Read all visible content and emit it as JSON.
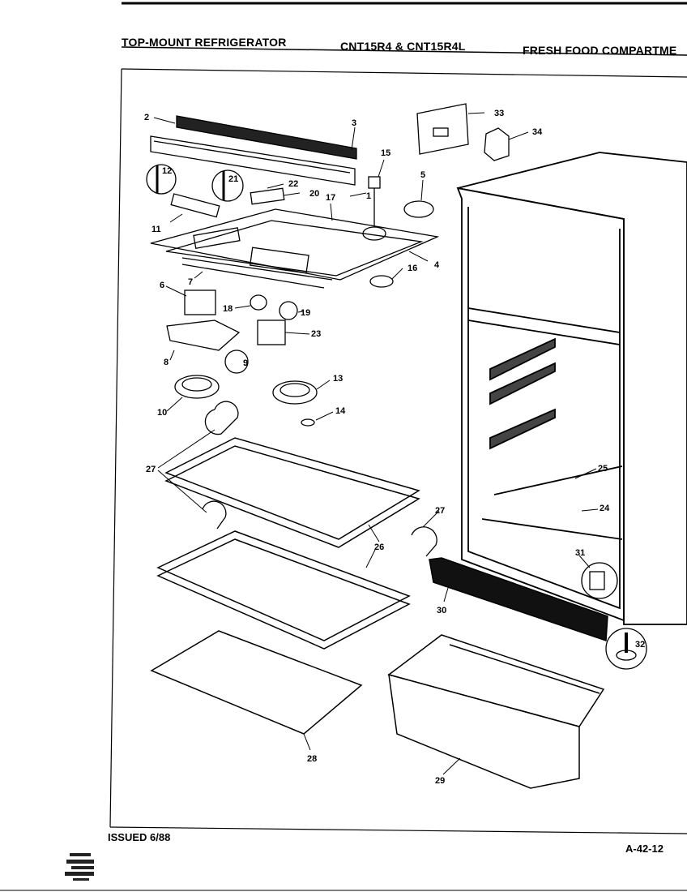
{
  "header": {
    "title": "TOP-MOUNT REFRIGERATOR",
    "model": "CNT15R4 & CNT15R4L",
    "section": "FRESH FOOD COMPARTME"
  },
  "footer": {
    "issued": "ISSUED 6/88",
    "page_code": "A-42-12"
  },
  "callouts": [
    "2",
    "3",
    "33",
    "34",
    "12",
    "21",
    "22",
    "20",
    "1",
    "15",
    "5",
    "17",
    "11",
    "4",
    "16",
    "6",
    "7",
    "18",
    "19",
    "23",
    "8",
    "9",
    "13",
    "10",
    "14",
    "25",
    "24",
    "27",
    "26",
    "31",
    "27",
    "30",
    "32",
    "28",
    "29"
  ]
}
